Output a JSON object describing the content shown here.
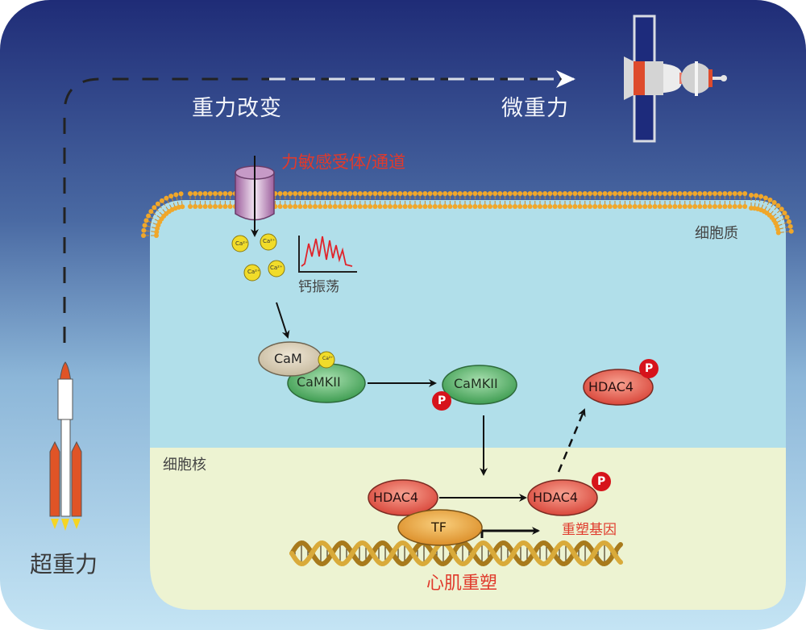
{
  "title": "重力改变对心肌重塑的信号通路示意图",
  "labels": {
    "gravity_change": "重力改变",
    "microgravity": "微重力",
    "hypergravity": "超重力",
    "mechanoreceptor": "力敏感受体/通道",
    "calcium_oscillation": "钙振荡",
    "cytoplasm": "细胞质",
    "nucleus": "细胞核",
    "remodeling_genes": "重塑基因",
    "cardiac_remodeling": "心肌重塑"
  },
  "molecules": {
    "cam": "CaM",
    "camkii_bound": "CaMKII",
    "camkii_phospho": "CaMKII",
    "hdac4_cyto": "HDAC4",
    "hdac4_nuc": "HDAC4",
    "hdac4_nuc_phospho": "HDAC4",
    "tf": "TF",
    "ca_ion": "Ca²⁺",
    "phospho": "P"
  },
  "colors": {
    "sky_top": "#1f2f7a",
    "sky_bottom": "#c3e3f3",
    "cytoplasm": "#b0dfe9",
    "nucleus": "#edf3d2",
    "membrane": "#f0a72a",
    "label_red": "#e03a2c",
    "camkii_green": "#4fae63",
    "hdac4_red": "#e2574a",
    "tf_orange": "#e8a23c",
    "cam_beige": "#d9cdb6",
    "phospho_red": "#d6131b",
    "ca_yellow": "#f1dc2a"
  }
}
